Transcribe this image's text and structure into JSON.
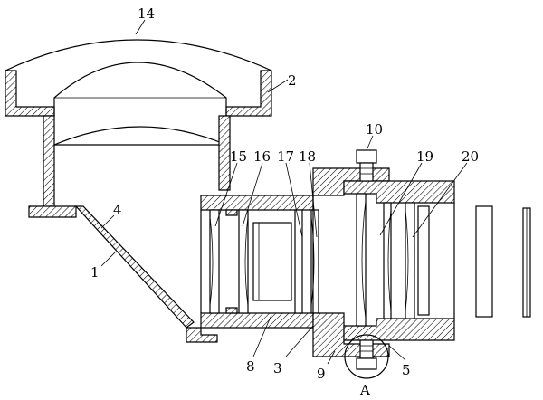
{
  "labels": {
    "l14": "14",
    "l2": "2",
    "l4": "4",
    "l1": "1",
    "l10": "10",
    "l15": "15",
    "l16": "16",
    "l17": "17",
    "l18": "18",
    "l19": "19",
    "l20": "20",
    "l8": "8",
    "l3": "3",
    "l9": "9",
    "l5": "5",
    "lA": "A"
  }
}
